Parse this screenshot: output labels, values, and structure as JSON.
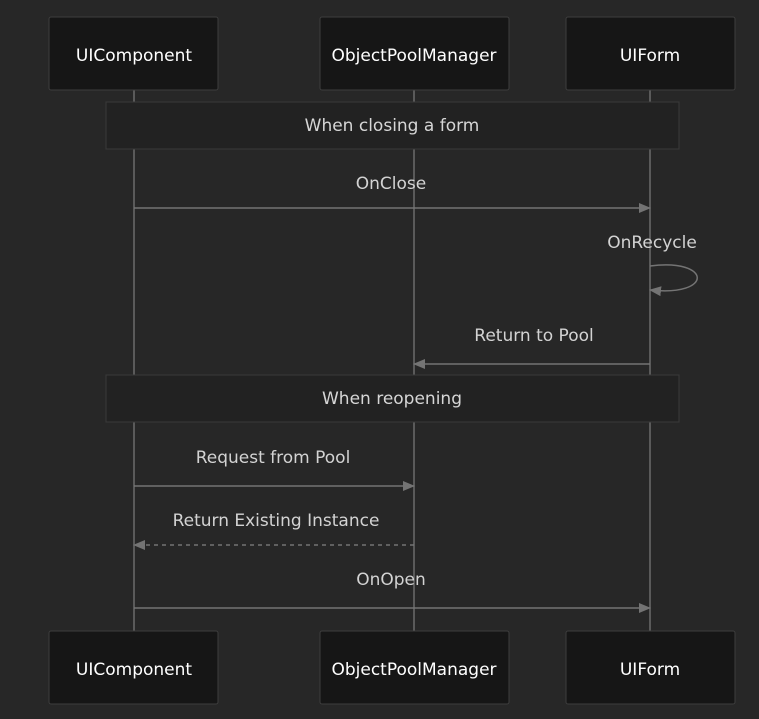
{
  "participants": [
    {
      "id": "uicomponent",
      "label": "UIComponent"
    },
    {
      "id": "poolmanager",
      "label": "ObjectPoolManager"
    },
    {
      "id": "uiform",
      "label": "UIForm"
    }
  ],
  "notes": {
    "closing": "When closing a form",
    "reopening": "When reopening"
  },
  "messages": {
    "on_close": "OnClose",
    "on_recycle": "OnRecycle",
    "return_to_pool": "Return to Pool",
    "request_from_pool": "Request from Pool",
    "return_existing": "Return Existing Instance",
    "on_open": "OnOpen"
  }
}
